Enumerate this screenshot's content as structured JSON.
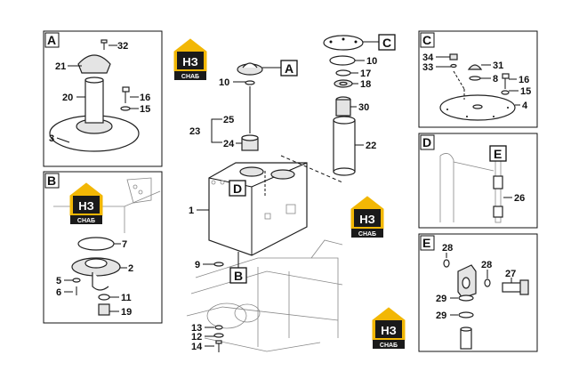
{
  "logo": {
    "mark": "НЗ",
    "caption": "СНАБ",
    "colors": {
      "frame": "#f2b705",
      "dark": "#1a1a1a",
      "text": "#ffffff"
    }
  },
  "panels": {
    "a": {
      "letter": "A",
      "parts": [
        "32",
        "21",
        "20",
        "16",
        "15",
        "3"
      ]
    },
    "b": {
      "letter": "B",
      "parts": [
        "7",
        "2",
        "5",
        "6",
        "11",
        "19"
      ]
    },
    "c": {
      "letter": "C",
      "parts": [
        "34",
        "33",
        "31",
        "8",
        "16",
        "15",
        "4"
      ]
    },
    "d": {
      "letter": "D",
      "callout": "E",
      "parts": [
        "26"
      ]
    },
    "e": {
      "letter": "E",
      "parts": [
        "28",
        "28",
        "27",
        "29",
        "29"
      ]
    }
  },
  "main": {
    "callouts": [
      "A",
      "C",
      "D",
      "B"
    ],
    "parts": [
      "10",
      "25",
      "23",
      "24",
      "1",
      "9",
      "13",
      "12",
      "14",
      "10",
      "17",
      "18",
      "30",
      "22"
    ]
  }
}
